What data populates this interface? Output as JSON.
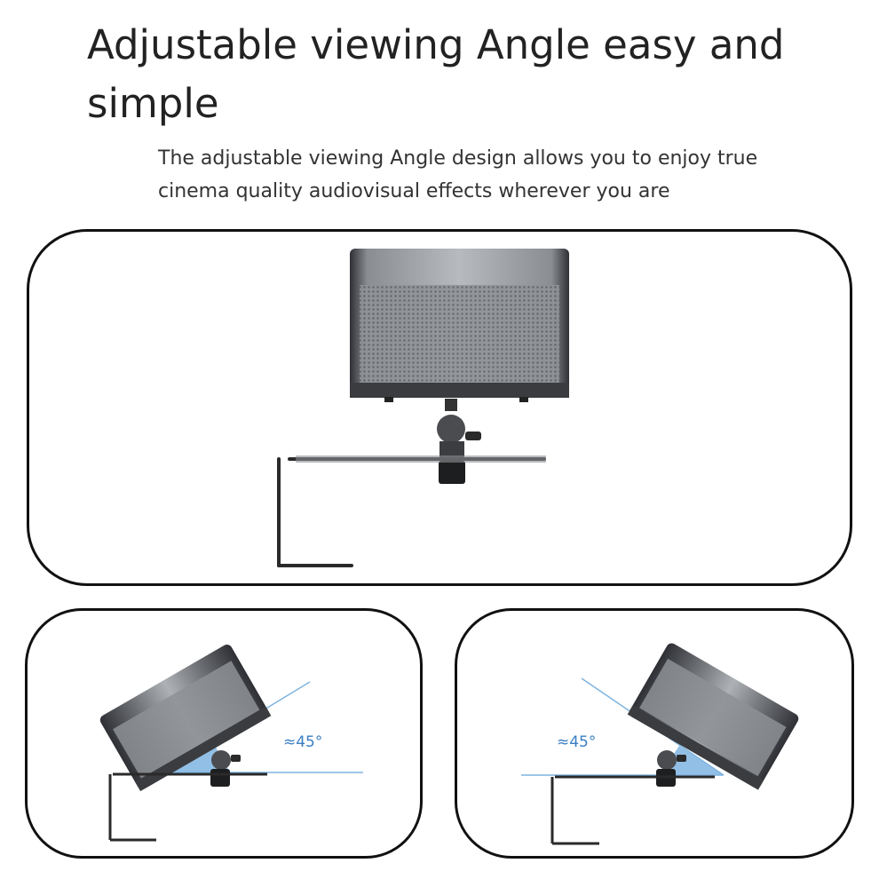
{
  "heading": {
    "title": "Adjustable viewing Angle easy and simple",
    "description": "The adjustable viewing Angle design allows you to enjoy true cinema quality audiovisual effects wherever you are"
  },
  "panels": {
    "left_angle_label": "≈45°",
    "right_angle_label": "≈45°"
  },
  "colors": {
    "angle_accent": "#3a7fc2",
    "angle_fill": "#7fb4e0",
    "projector_body": "#6b6e73",
    "bracket": "#2a2a2a"
  },
  "icons": {
    "projector": "projector-image",
    "mount": "ball-head-mount",
    "bracket": "shelf-bracket"
  }
}
